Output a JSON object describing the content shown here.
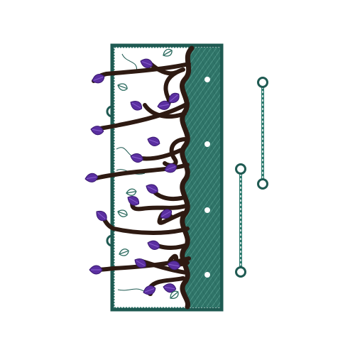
{
  "design": {
    "kind": "embroidery-design",
    "motif": "vine-panel-with-purple-leaves",
    "colors": {
      "frame": "#1f5a52",
      "frame_stitch": "#2c7a6e",
      "hatch_fill": "#4a8f84",
      "vine": "#2e1a12",
      "leaf_purple": "#5a2fa0",
      "leaf_light": "#8a5fd0",
      "small_leaf": "#2a6a5e",
      "chain": "#2c7a6e"
    },
    "leaves": {
      "purple_count": 20,
      "small_outline_count": 6
    },
    "chain_hangers": 2,
    "hatch_holes": 4
  }
}
